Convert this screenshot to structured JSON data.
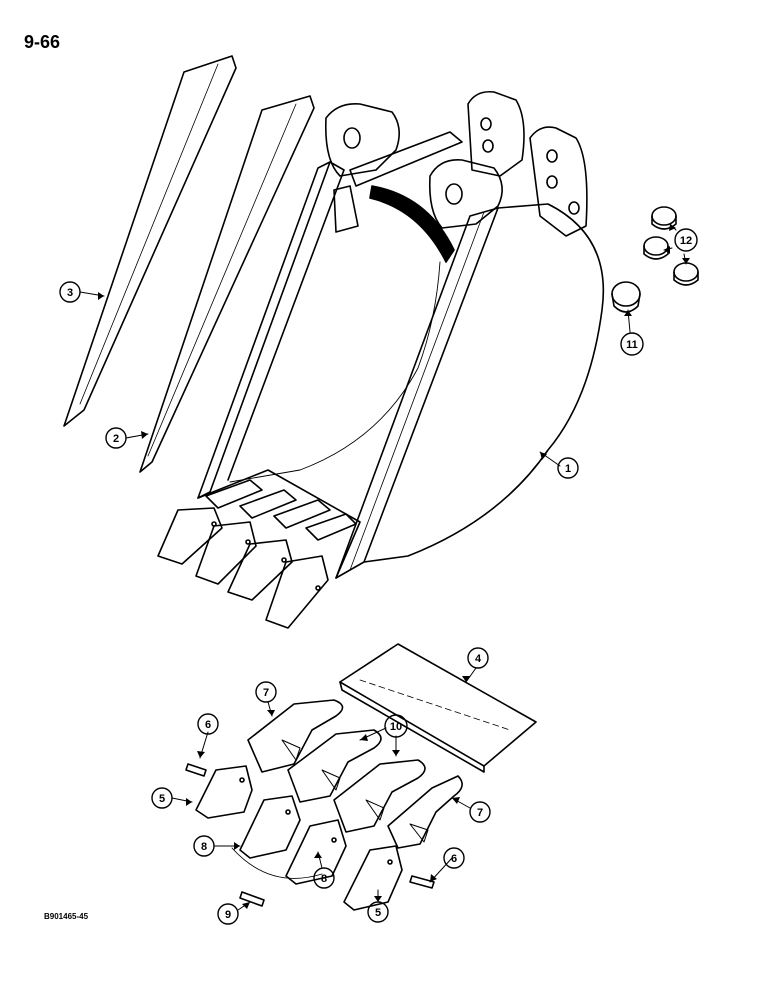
{
  "page_label": "9-66",
  "drawing_number": "B901465-45",
  "callouts": [
    {
      "label": "1"
    },
    {
      "label": "2"
    },
    {
      "label": "3"
    },
    {
      "label": "4"
    },
    {
      "label": "5"
    },
    {
      "label": "5"
    },
    {
      "label": "6"
    },
    {
      "label": "6"
    },
    {
      "label": "7"
    },
    {
      "label": "7"
    },
    {
      "label": "8"
    },
    {
      "label": "8"
    },
    {
      "label": "9"
    },
    {
      "label": "10"
    },
    {
      "label": "11"
    },
    {
      "label": "12"
    }
  ],
  "colors": {
    "ink": "#000000",
    "paper": "#ffffff"
  }
}
